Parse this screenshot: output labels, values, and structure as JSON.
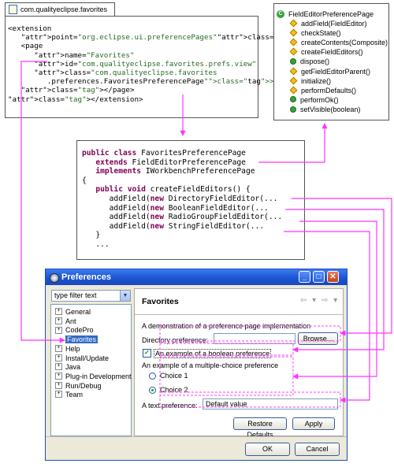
{
  "xml_panel": {
    "file_tab": "com.qualityeclipse.favorites",
    "lines": [
      "<extension",
      "   point=\"org.eclipse.ui.preferencePages\">",
      "   <page",
      "      name=\"Favorites\"",
      "      id=\"com.qualityeclipse.favorites.prefs.view\"",
      "      class=\"com.qualityeclipse.favorites",
      "         .preferences.FavoritesPreferencePage\">",
      "   </page>",
      "</extension>"
    ]
  },
  "java_panel": {
    "lines": [
      {
        "kw": "public class ",
        "rest": "FavoritesPreferencePage"
      },
      {
        "kw": "   extends ",
        "rest": "FieldEditorPreferencePage"
      },
      {
        "kw": "   implements ",
        "rest": "IWorkbenchPreferencePage"
      },
      {
        "kw": "",
        "rest": "{"
      },
      {
        "kw": "   public void ",
        "rest": "createFieldEditors() {"
      },
      {
        "kw": "",
        "rest": "      addField(new DirectoryFieldEditor(..."
      },
      {
        "kw": "",
        "rest": "      addField(new BooleanFieldEditor(..."
      },
      {
        "kw": "",
        "rest": "      addField(new RadioGroupFieldEditor(..."
      },
      {
        "kw": "",
        "rest": "      addField(new StringFieldEditor(..."
      },
      {
        "kw": "",
        "rest": "   }"
      },
      {
        "kw": "",
        "rest": "   ..."
      }
    ]
  },
  "outline_panel": {
    "class_name": "FieldEditorPreferencePage",
    "class_icon": "class-icon",
    "members": [
      {
        "label": "addField(FieldEditor)",
        "icon": "protected-method-icon"
      },
      {
        "label": "checkState()",
        "icon": "protected-method-icon"
      },
      {
        "label": "createContents(Composite)",
        "icon": "protected-method-icon"
      },
      {
        "label": "createFieldEditors()",
        "icon": "protected-abstract-method-icon"
      },
      {
        "label": "dispose()",
        "icon": "public-method-icon"
      },
      {
        "label": "getFieldEditorParent()",
        "icon": "protected-method-icon"
      },
      {
        "label": "initialize()",
        "icon": "protected-method-icon"
      },
      {
        "label": "performDefaults()",
        "icon": "protected-method-icon"
      },
      {
        "label": "performOk()",
        "icon": "public-method-icon"
      },
      {
        "label": "setVisible(boolean)",
        "icon": "public-method-icon"
      }
    ]
  },
  "preferences_window": {
    "title": "Preferences",
    "controls": {
      "minimize": "_",
      "maximize": "□",
      "close": "✕"
    },
    "filter": {
      "value": "type filter text",
      "arrow": "▼"
    },
    "tree": [
      {
        "label": "General",
        "expander": "+"
      },
      {
        "label": "Ant",
        "expander": "+"
      },
      {
        "label": "CodePro",
        "expander": "+"
      },
      {
        "label": "Favorites",
        "expander": "",
        "selected": true
      },
      {
        "label": "Help",
        "expander": "+"
      },
      {
        "label": "Install/Update",
        "expander": "+"
      },
      {
        "label": "Java",
        "expander": "+"
      },
      {
        "label": "Plug-in Development",
        "expander": "+"
      },
      {
        "label": "Run/Debug",
        "expander": "+"
      },
      {
        "label": "Team",
        "expander": "+"
      }
    ],
    "page": {
      "title": "Favorites",
      "nav": "⇦ ▾ ⇨ ▾",
      "description": "A demonstration of a preference page implementation",
      "directory_label": "Directory preference:",
      "directory_value": "",
      "browse_label": "Browse...",
      "boolean_label": "An example of a boolean preference",
      "boolean_checked": true,
      "check_mark": "✓",
      "radio_group_label": "An example of a multiple-choice preference",
      "choice1": "Choice 1",
      "choice2": "Choice 2",
      "selected_choice": "Choice 2",
      "text_label": "A text preference:",
      "text_value": "Default value",
      "restore_label": "Restore Defaults",
      "apply_label": "Apply"
    },
    "ok_label": "OK",
    "cancel_label": "Cancel"
  },
  "colors": {
    "connector": "#ff33ff",
    "title_bar": "#1b55d0",
    "selection": "#316ac5"
  }
}
